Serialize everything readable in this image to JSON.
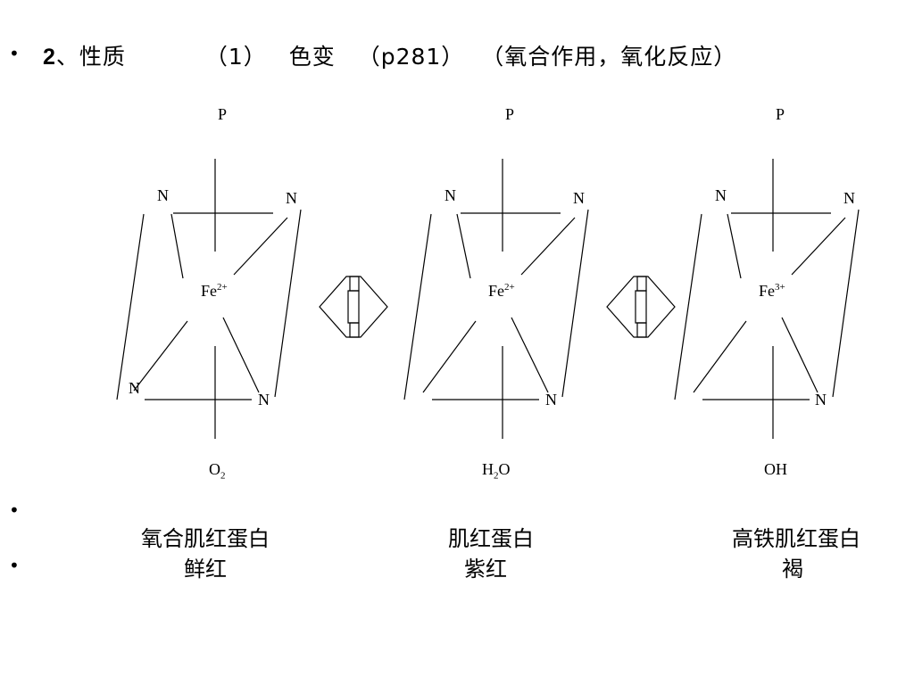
{
  "heading": {
    "number": "2",
    "topic": "、性质",
    "item": "（1）",
    "item_title": "色变",
    "page_ref": "（p281）",
    "note": "（氧合作用，氧化反应）"
  },
  "structures": [
    {
      "top": "P",
      "n_tl": "N",
      "n_tr": "N",
      "n_bl": "N",
      "n_br": "N",
      "fe": "Fe",
      "fe_charge": "2+",
      "ligand_main": "O",
      "ligand_sub": "2",
      "ligand_tail": "",
      "name": "氧合肌红蛋白",
      "color": "鲜红"
    },
    {
      "top": "P",
      "n_tl": "N",
      "n_tr": "N",
      "n_bl": "",
      "n_br": "N",
      "fe": "Fe",
      "fe_charge": "2+",
      "ligand_main": "H",
      "ligand_sub": "2",
      "ligand_tail": "O",
      "name": "肌红蛋白",
      "color": "紫红"
    },
    {
      "top": "P",
      "n_tl": "N",
      "n_tr": "N",
      "n_bl": "",
      "n_br": "N",
      "fe": "Fe",
      "fe_charge": "3+",
      "ligand_main": "OH",
      "ligand_sub": "",
      "ligand_tail": "",
      "name": "高铁肌红蛋白",
      "color": "褐"
    }
  ],
  "bullets": [
    "•",
    "•",
    "•"
  ]
}
